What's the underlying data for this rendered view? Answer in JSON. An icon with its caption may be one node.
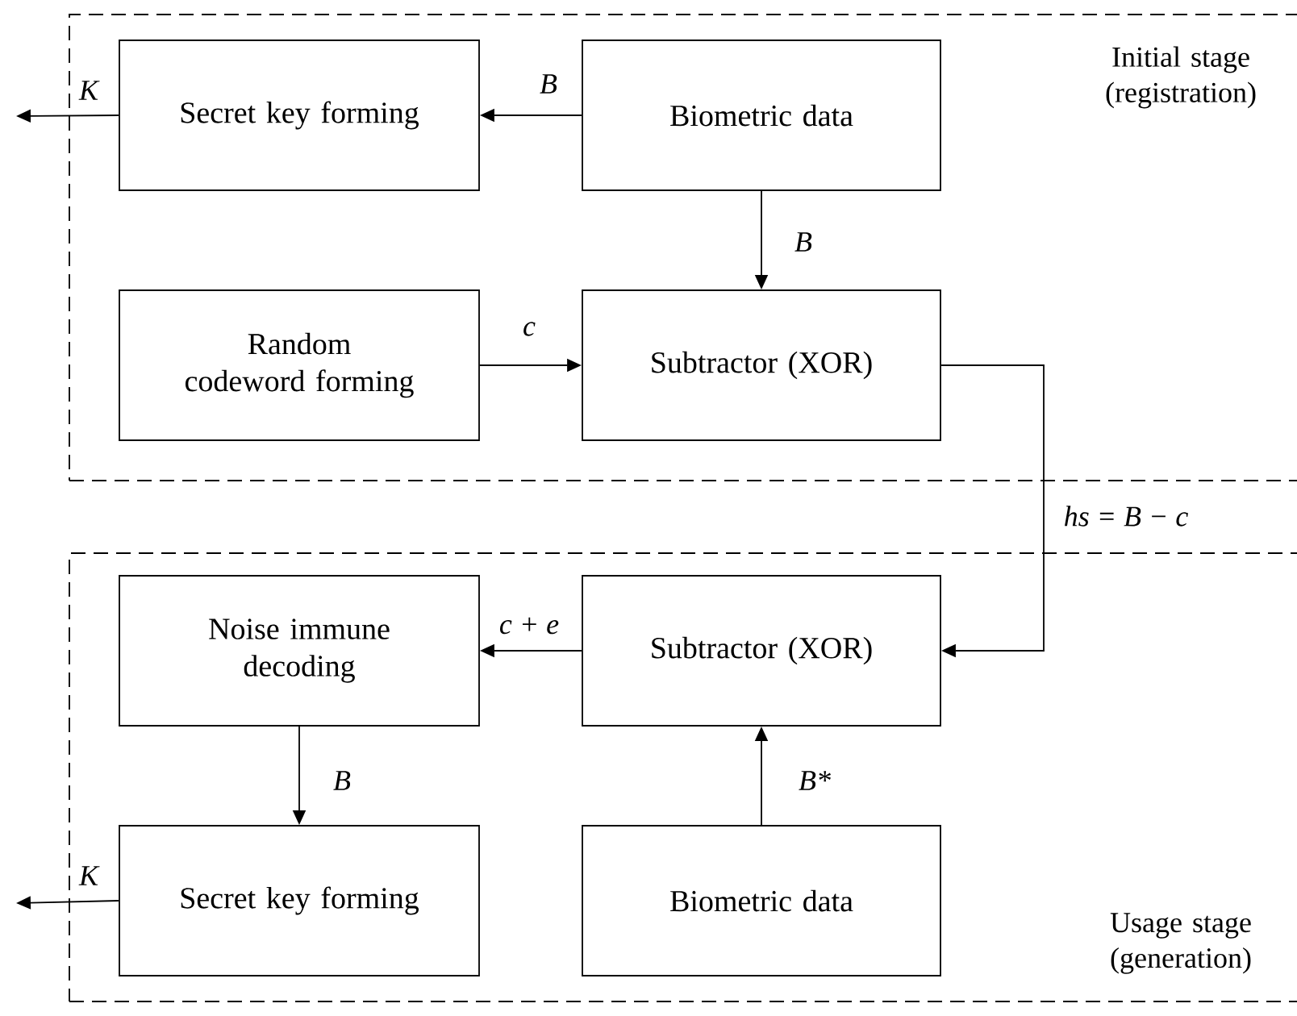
{
  "diagram": {
    "nodes": [
      {
        "text": [
          "Initial stage (registration)"
        ]
      },
      {
        "text": [
          "Secret key forming"
        ],
        "in": 0
      },
      {
        "text": [
          "Biometric data"
        ],
        "in": 0
      },
      {
        "text": [
          "Random codeword forming"
        ],
        "in": 0
      },
      {
        "text": [
          "Subtractor (XOR)"
        ],
        "in": 0
      },
      {
        "text": [
          "Usage stage (generation)"
        ]
      },
      {
        "text": [
          "Noise immune decoding"
        ],
        "in": 5
      },
      {
        "text": [
          "Subtractor (XOR)"
        ],
        "in": 5
      },
      {
        "text": [
          "Secret key forming"
        ],
        "in": 5
      },
      {
        "text": [
          "Biometric data"
        ],
        "in": 5
      }
    ],
    "edges": [
      {
        "from": 1,
        "to": null,
        "arrow": "to",
        "label": "K"
      },
      {
        "from": 2,
        "to": 1,
        "arrow": "to",
        "label": "B"
      },
      {
        "from": 2,
        "to": 4,
        "arrow": "to",
        "label": "B"
      },
      {
        "from": 3,
        "to": 4,
        "arrow": "to",
        "label": "c"
      },
      {
        "from": 4,
        "to": 7,
        "arrow": "to",
        "label": "hs = B − c"
      },
      {
        "from": 7,
        "to": 6,
        "arrow": "to",
        "label": "c + e"
      },
      {
        "from": 6,
        "to": 8,
        "arrow": "to",
        "label": "B"
      },
      {
        "from": 9,
        "to": 7,
        "arrow": "to",
        "label": "B*"
      },
      {
        "from": 8,
        "to": null,
        "arrow": "to",
        "label": "K"
      }
    ]
  }
}
